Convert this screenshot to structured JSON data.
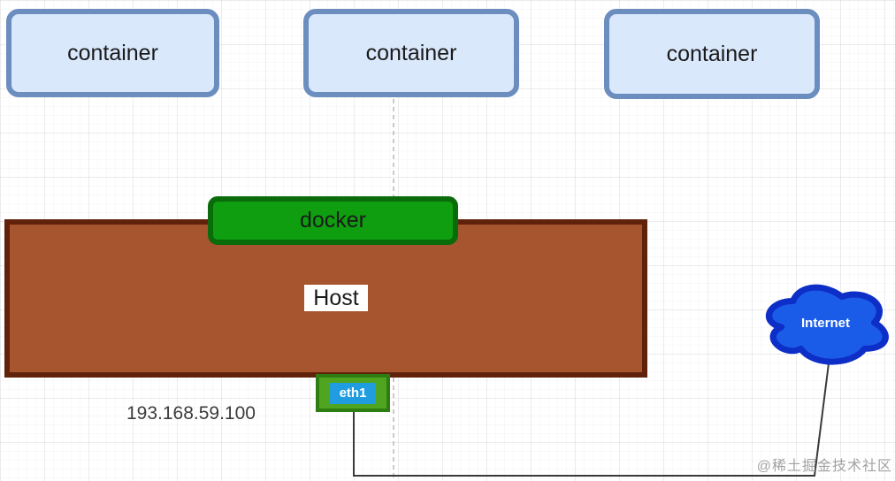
{
  "diagram": {
    "containers": [
      {
        "label": "container"
      },
      {
        "label": "container"
      },
      {
        "label": "container"
      }
    ],
    "docker": {
      "label": "docker"
    },
    "host": {
      "label": "Host",
      "ip_address": "193.168.59.100"
    },
    "eth1": {
      "label": "eth1"
    },
    "internet": {
      "label": "Internet"
    },
    "watermark": "@稀土掘金技术社区",
    "colors": {
      "container_fill": "#dae8fc",
      "container_border": "#6c8ebf",
      "docker_fill": "#0f9e0f",
      "docker_border": "#0a6b0a",
      "host_fill": "#a6552e",
      "host_border": "#60220a",
      "eth1_outer_fill": "#4fa51f",
      "eth1_outer_border": "#2e7d12",
      "eth1_inner_fill": "#1f9de0",
      "internet_fill": "#1a5ce8",
      "internet_border": "#0e2ec8",
      "connector_line": "#3a3a3a",
      "dashed_line": "#b3b3b3",
      "label_color": "#1a1a1a",
      "ip_color": "#3c3c3c",
      "watermark_color": "#8c8c8c"
    }
  }
}
